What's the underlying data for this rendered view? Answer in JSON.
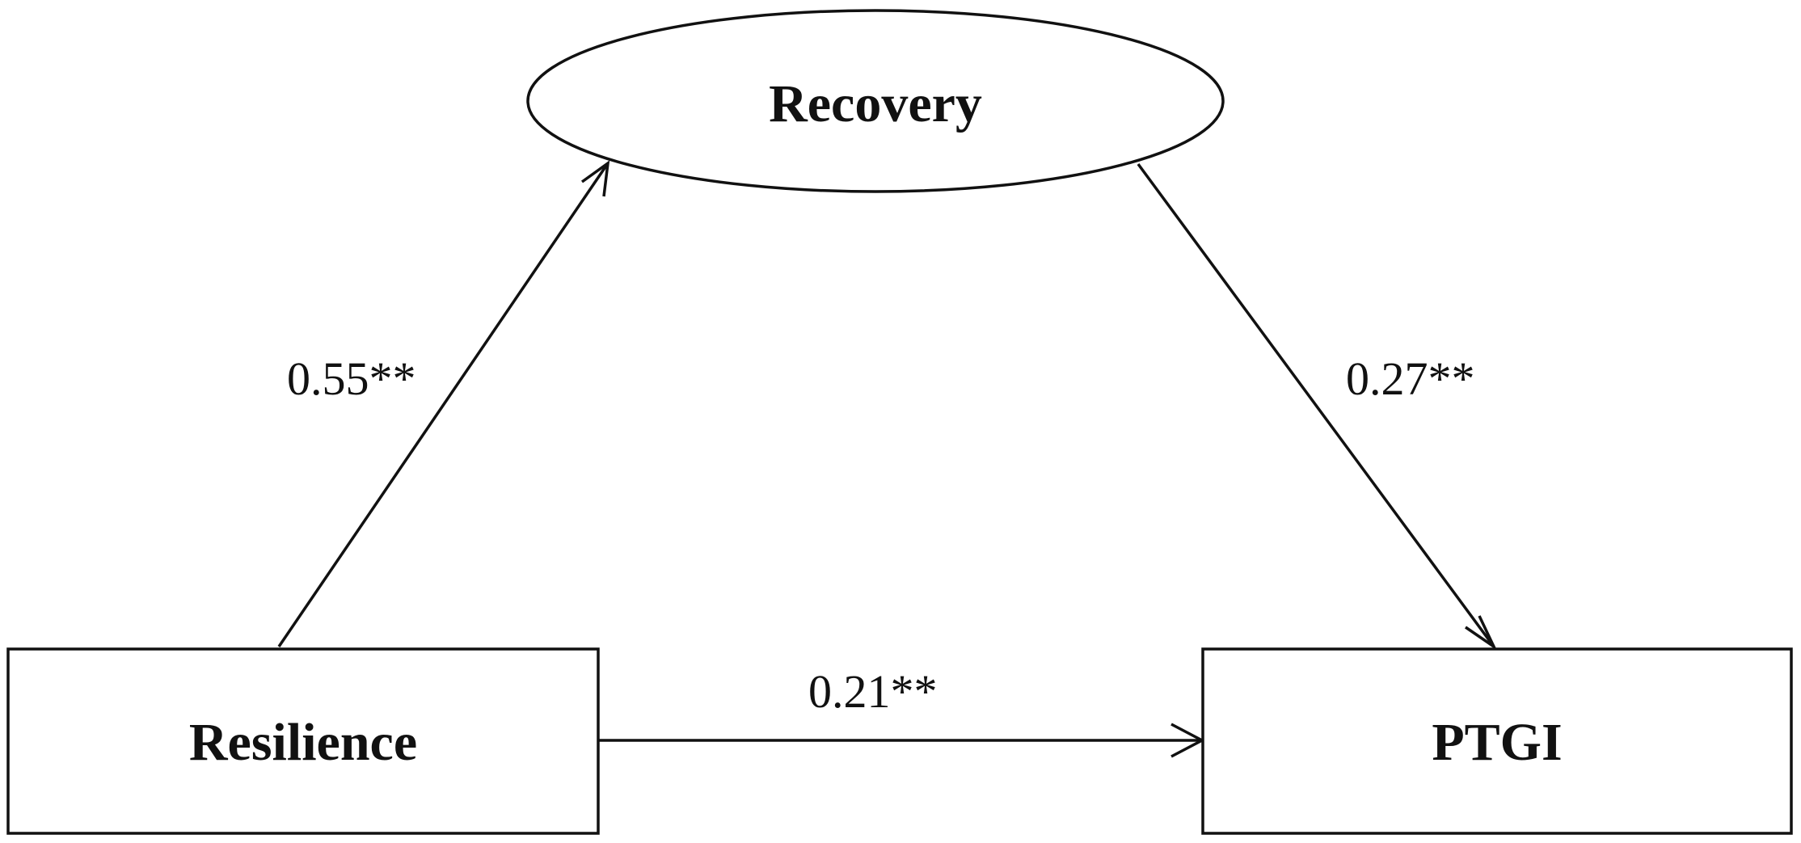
{
  "nodes": {
    "recovery": {
      "label": "Recovery",
      "shape": "ellipse"
    },
    "resilience": {
      "label": "Resilience",
      "shape": "rectangle"
    },
    "ptgi": {
      "label": "PTGI",
      "shape": "rectangle"
    }
  },
  "edges": {
    "resilience_to_recovery": {
      "from": "Resilience",
      "to": "Recovery",
      "label": "0.55**"
    },
    "recovery_to_ptgi": {
      "from": "Recovery",
      "to": "PTGI",
      "label": "0.27**"
    },
    "resilience_to_ptgi": {
      "from": "Resilience",
      "to": "PTGI",
      "label": "0.21**"
    }
  },
  "colors": {
    "stroke": "#111111",
    "background": "#ffffff"
  }
}
